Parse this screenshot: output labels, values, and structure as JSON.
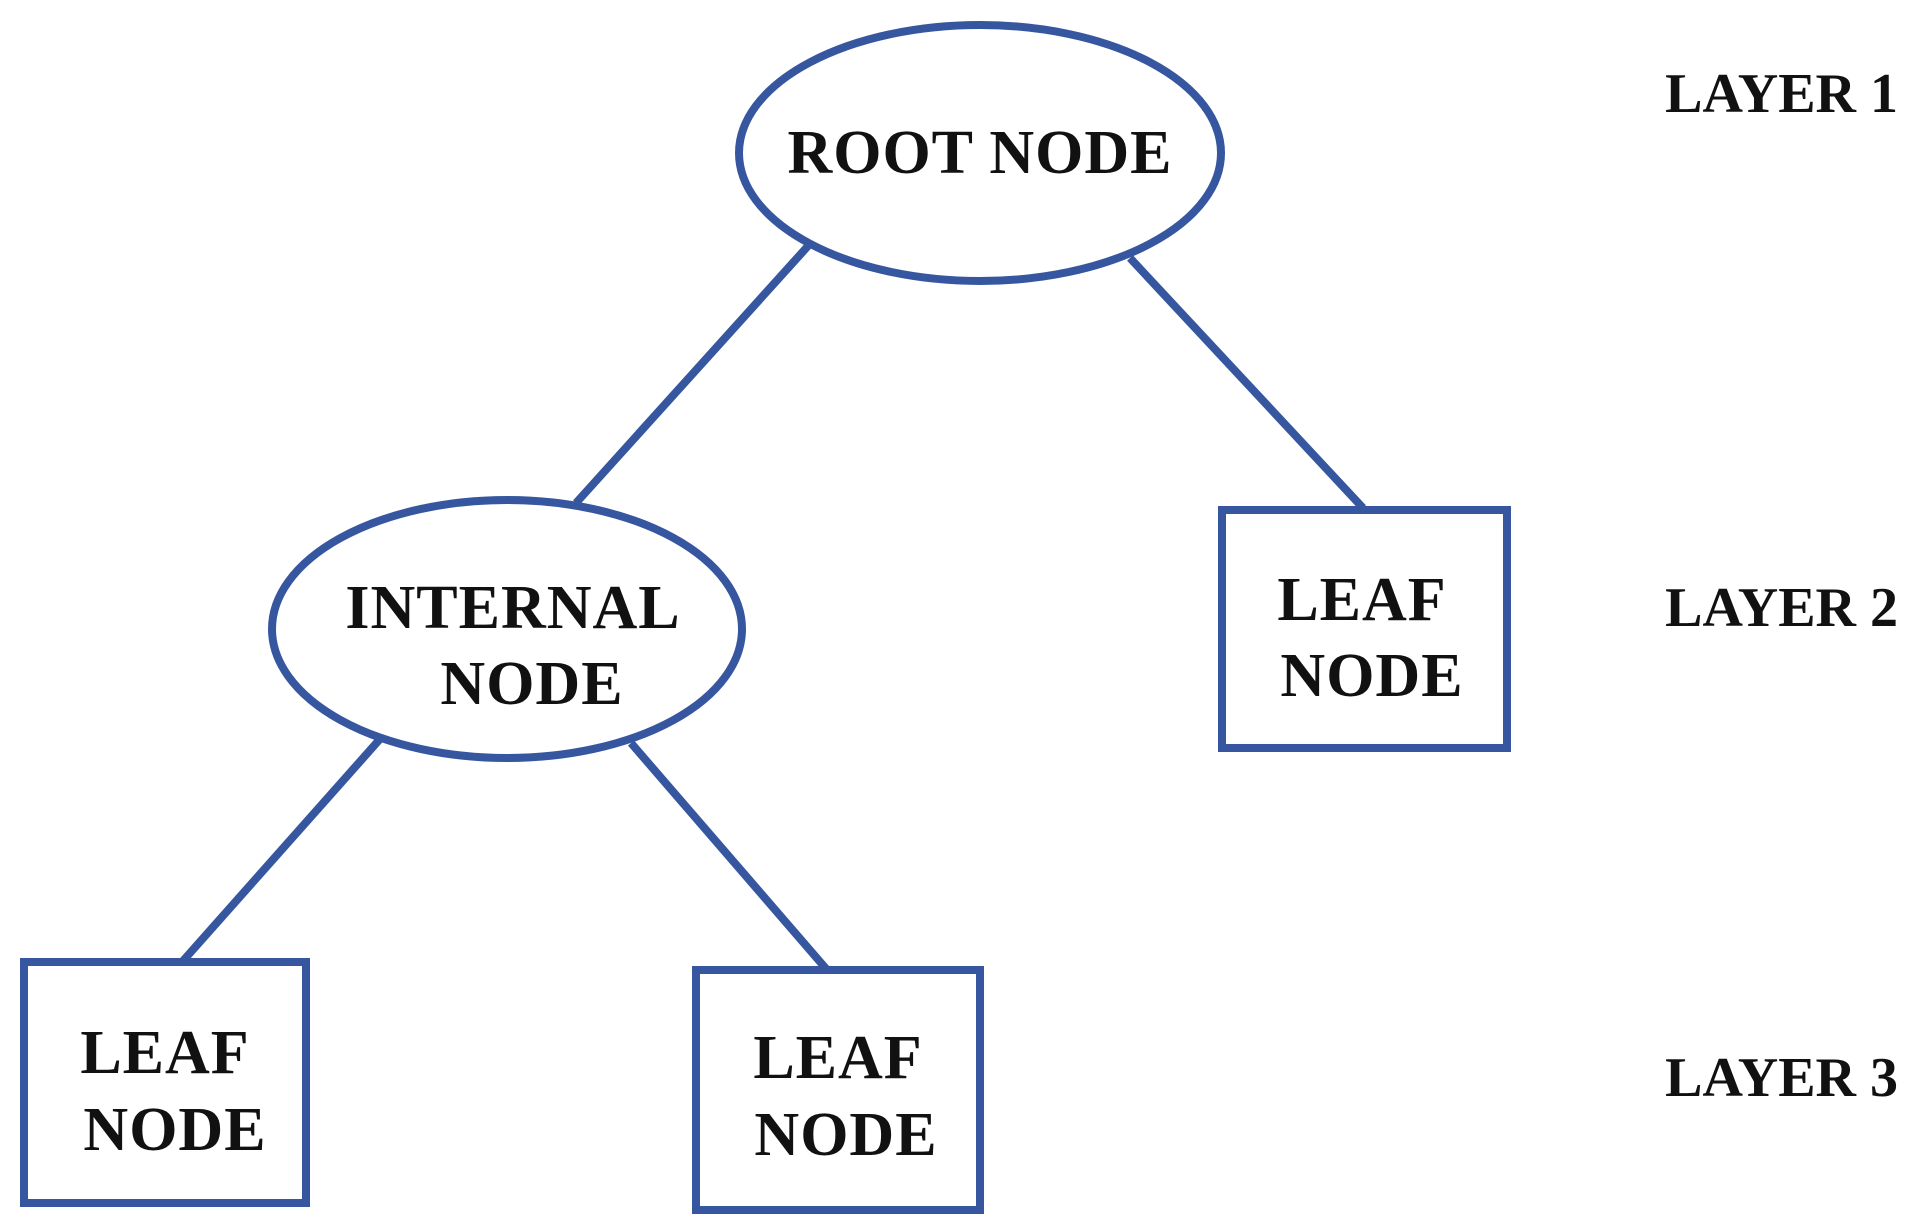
{
  "diagram": {
    "colors": {
      "stroke": "#3657a0",
      "text": "#111111",
      "background": "#ffffff"
    },
    "nodes": {
      "root": {
        "shape": "ellipse",
        "line1": "ROOT NODE"
      },
      "internal": {
        "shape": "ellipse",
        "line1": "INTERNAL",
        "line2": "NODE"
      },
      "leaf_right": {
        "shape": "rectangle",
        "line1": "LEAF",
        "line2": "NODE"
      },
      "leaf_bottom_left": {
        "shape": "rectangle",
        "line1": "LEAF",
        "line2": "NODE"
      },
      "leaf_bottom_middle": {
        "shape": "rectangle",
        "line1": "LEAF",
        "line2": "NODE"
      }
    },
    "edges": [
      {
        "from": "root",
        "to": "internal"
      },
      {
        "from": "root",
        "to": "leaf_right"
      },
      {
        "from": "internal",
        "to": "leaf_bottom_left"
      },
      {
        "from": "internal",
        "to": "leaf_bottom_middle"
      }
    ],
    "layers": {
      "layer1": "LAYER 1",
      "layer2": "LAYER 2",
      "layer3": "LAYER 3"
    }
  }
}
